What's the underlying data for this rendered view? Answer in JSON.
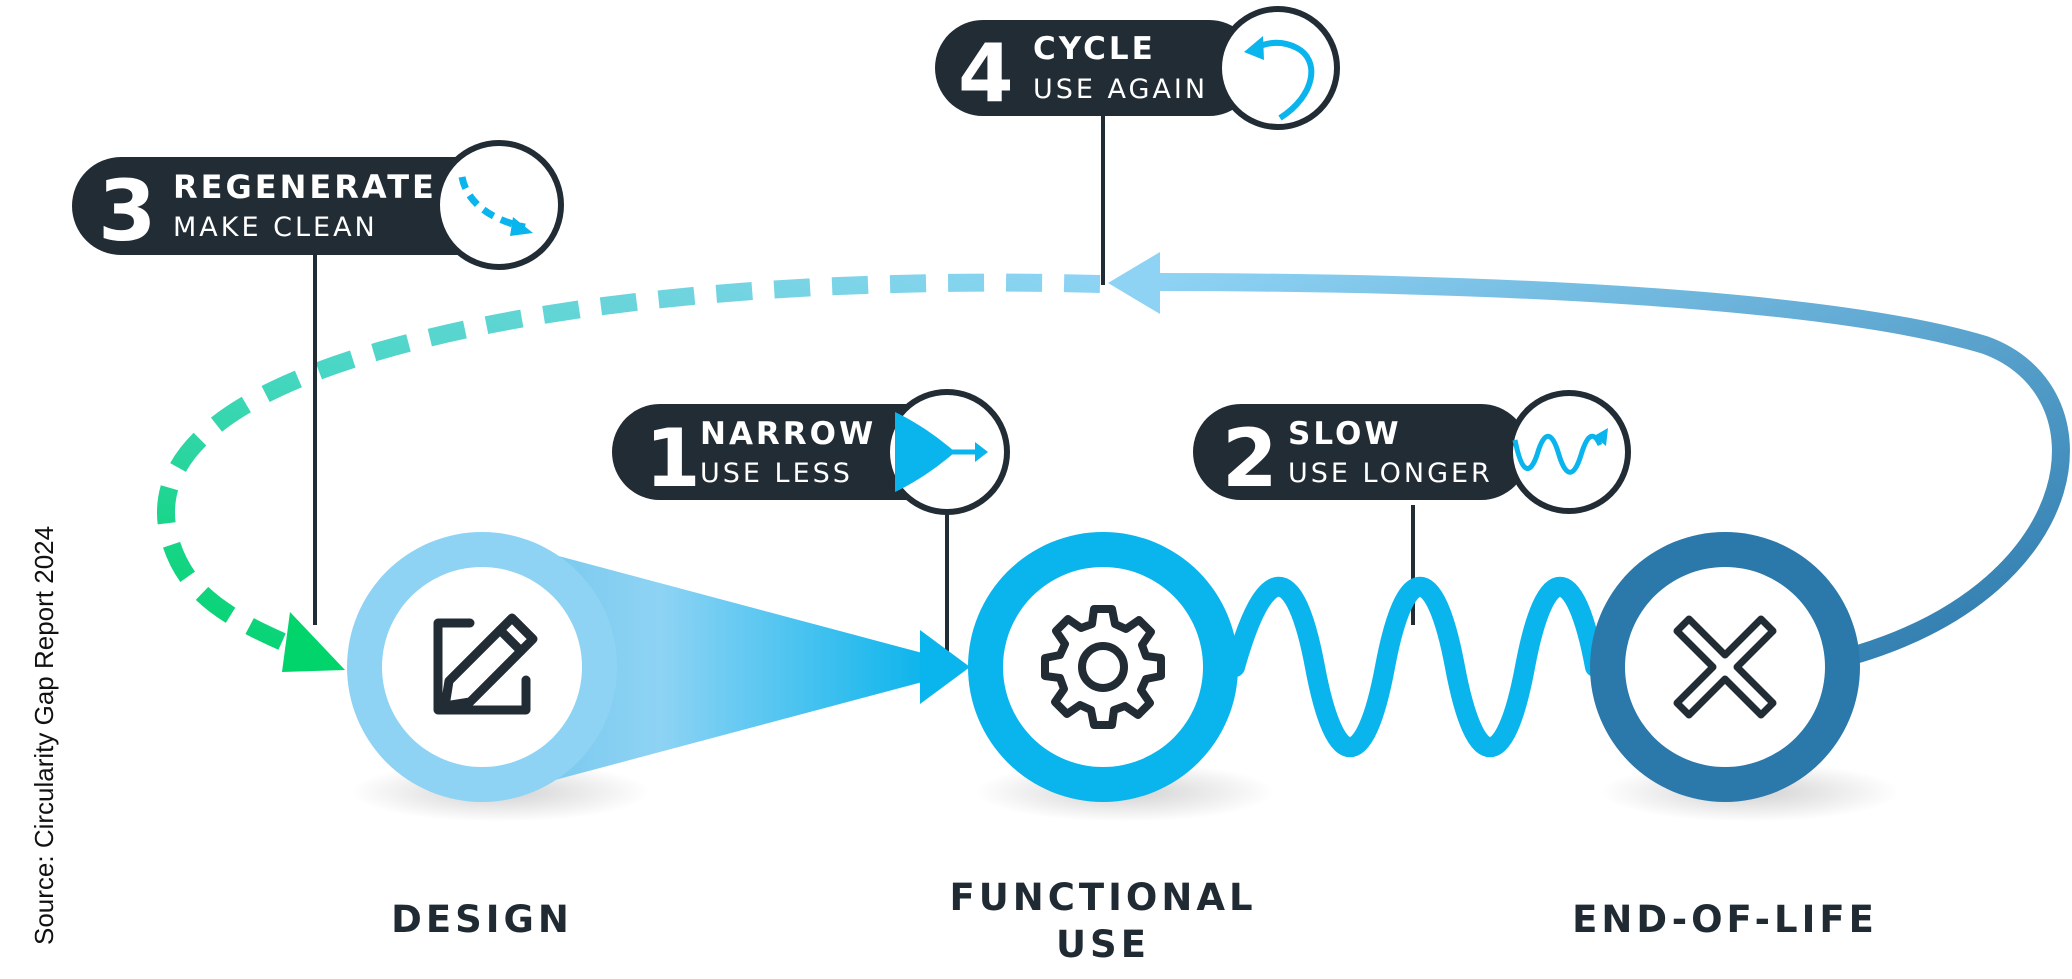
{
  "source": "Source: Circularity Gap Report 2024",
  "strategies": [
    {
      "number": "1",
      "title": "NARROW",
      "subtitle": "USE LESS",
      "icon": "narrow-flow-icon"
    },
    {
      "number": "2",
      "title": "SLOW",
      "subtitle": "USE LONGER",
      "icon": "wave-arrow-icon"
    },
    {
      "number": "3",
      "title": "REGENERATE",
      "subtitle": "MAKE CLEAN",
      "icon": "dashed-curved-arrow-icon"
    },
    {
      "number": "4",
      "title": "CYCLE",
      "subtitle": "USE AGAIN",
      "icon": "loop-arrow-icon"
    }
  ],
  "stages": [
    {
      "label": "DESIGN",
      "icon": "edit-pencil-icon",
      "color": "#8ed3f4"
    },
    {
      "label_line1": "FUNCTIONAL",
      "label_line2": "USE",
      "icon": "gear-icon",
      "color": "#0ab4ec"
    },
    {
      "label": "END-OF-LIFE",
      "icon": "close-x-icon",
      "color": "#2b78ab"
    }
  ],
  "colors": {
    "pill": "#222c34",
    "green": "#00d46a",
    "light_blue": "#8ed3f4",
    "cyan": "#0ab4ec",
    "dark_blue": "#2b78ab"
  }
}
